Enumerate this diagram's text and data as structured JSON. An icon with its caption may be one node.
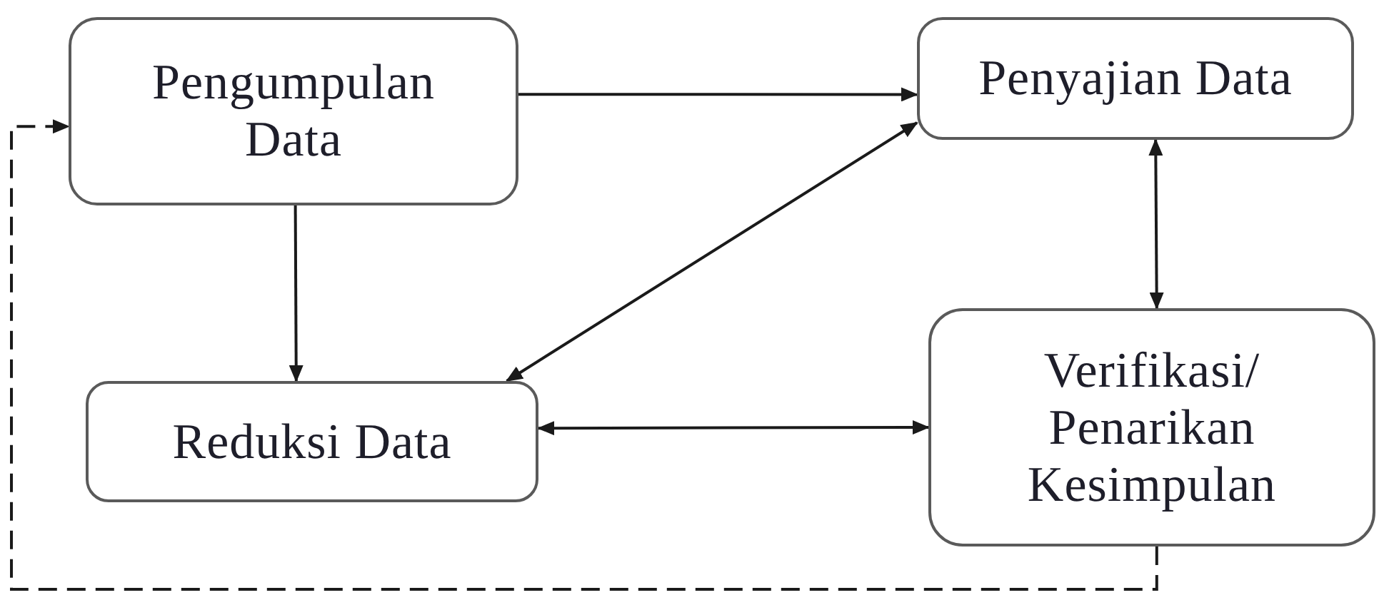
{
  "diagram": {
    "nodes": [
      {
        "text": [
          "Pengumpulan Data"
        ]
      },
      {
        "text": [
          "Penyajian Data"
        ]
      },
      {
        "text": [
          "Reduksi Data"
        ]
      },
      {
        "text": [
          "Verifikasi/ Penarikan Kesimpulan"
        ]
      }
    ],
    "edges": [
      {
        "from": 0,
        "to": 1,
        "arrow": "to"
      },
      {
        "from": 0,
        "to": 2,
        "arrow": "to"
      },
      {
        "from": 1,
        "to": 2,
        "arrow": "both"
      },
      {
        "from": 1,
        "to": 3,
        "arrow": "both"
      },
      {
        "from": 2,
        "to": 3,
        "arrow": "both"
      },
      {
        "from": 3,
        "to": 0,
        "arrow": "to",
        "style": "dashed"
      }
    ]
  }
}
